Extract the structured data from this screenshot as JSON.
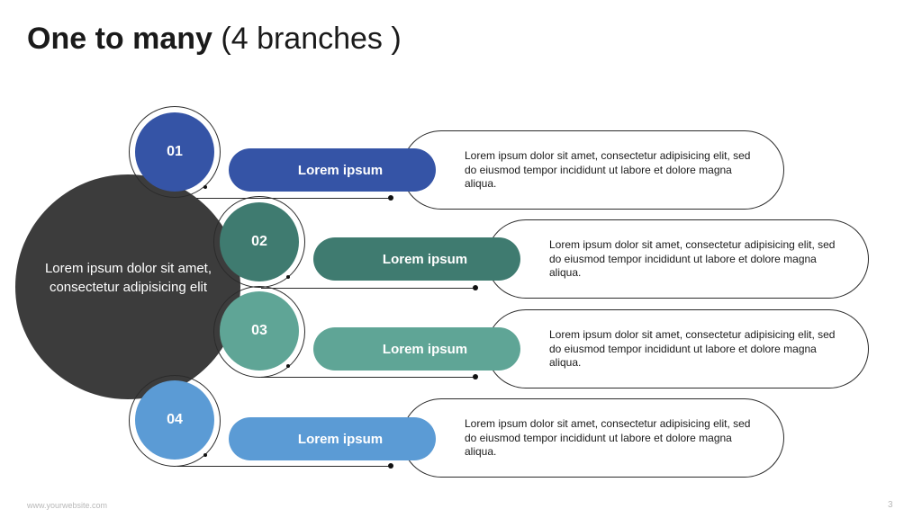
{
  "title": {
    "bold": "One to many",
    "light": "(4 branches )"
  },
  "center": {
    "text": "Lorem ipsum dolor sit amet, consectetur adipisicing elit"
  },
  "branches": [
    {
      "number": "01",
      "label": "Lorem ipsum",
      "text": "Lorem ipsum dolor sit amet, consectetur  adipisicing elit, sed do eiusmod tempor incididunt ut labore et dolore magna aliqua.",
      "color": "#3554a6"
    },
    {
      "number": "02",
      "label": "Lorem ipsum",
      "text": "Lorem ipsum dolor sit amet, consectetur  adipisicing elit, sed do eiusmod tempor incididunt ut labore et dolore magna aliqua.",
      "color": "#3f7b70"
    },
    {
      "number": "03",
      "label": "Lorem ipsum",
      "text": "Lorem ipsum dolor sit amet, consectetur  adipisicing elit, sed do eiusmod tempor incididunt ut labore et dolore magna aliqua.",
      "color": "#5fa596"
    },
    {
      "number": "04",
      "label": "Lorem ipsum",
      "text": "Lorem ipsum dolor sit amet, consectetur  adipisicing elit, sed do eiusmod tempor incididunt ut labore et dolore magna aliqua.",
      "color": "#5b9bd5"
    }
  ],
  "footer": {
    "website": "www.yourwebsite.com",
    "page": "3"
  }
}
